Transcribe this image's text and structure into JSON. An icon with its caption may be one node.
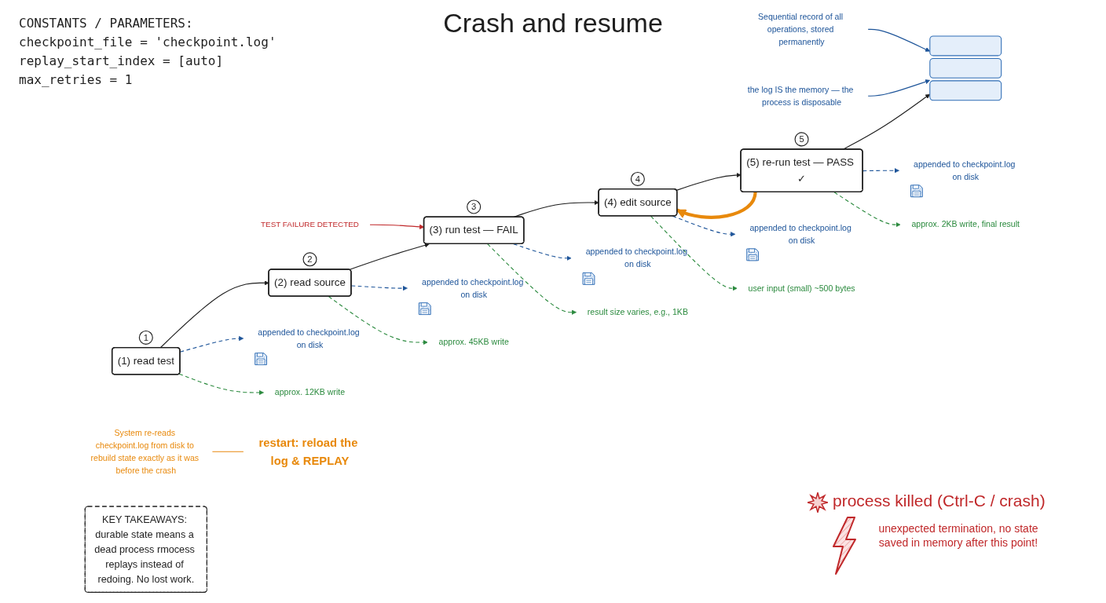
{
  "diagram": {
    "title": "Crash and resume",
    "nodes": [
      {
        "text": [
          "(1) read test"
        ],
        "beside": [
          "1"
        ]
      },
      {
        "text": [
          "(2) read source"
        ],
        "beside": [
          "2"
        ]
      },
      {
        "text": [
          "(3) run test — FAIL"
        ],
        "beside": [
          "3"
        ]
      },
      {
        "text": [
          "(4) edit source"
        ],
        "beside": [
          "4"
        ]
      },
      {
        "text": [
          "(5) re-run test — PASS ✓"
        ],
        "beside": [
          "5"
        ]
      },
      {
        "text": [],
        "shape": "bar"
      },
      {
        "text": [
          "TEST FAILURE DETECTED"
        ]
      },
      {
        "text": [
          "the log IS the memory — the process is disposable"
        ]
      },
      {
        "text": [
          "Sequential record of all operations, stored permanently"
        ]
      },
      {
        "text": [
          "appended to checkpoint.log on disk"
        ]
      },
      {
        "text": [
          "appended to checkpoint.log on disk"
        ]
      },
      {
        "text": [
          "appended to checkpoint.log on disk"
        ]
      },
      {
        "text": [
          "appended to checkpoint.log on disk"
        ]
      },
      {
        "text": [
          "appended to checkpoint.log on disk"
        ]
      },
      {
        "text": [
          "approx. 12KB write"
        ]
      },
      {
        "text": [
          "approx. 45KB write"
        ]
      },
      {
        "text": [
          "result size varies, e.g., 1KB"
        ]
      },
      {
        "text": [
          "user input (small) ~500 bytes"
        ]
      },
      {
        "text": [
          "approx. 2KB write, final result"
        ]
      },
      {
        "text": [
          "restart: reload the log & REPLAY"
        ]
      },
      {
        "text": [
          "System re-reads checkpoint.log from disk to rebuild state exactly as it was before the crash"
        ]
      },
      {
        "text": [
          "KEY TAKEAWAYS: durable state means a dead process rmocess replays instead of redoing. No lost work."
        ]
      }
    ],
    "edges": [
      {
        "from": 0,
        "to": 9,
        "arrow": "to",
        "style": "dashed",
        "color": "#1d5499"
      },
      {
        "from": 0,
        "to": 1,
        "arrow": "to",
        "color": "#1e1e1e"
      },
      {
        "from": 0,
        "to": 14,
        "arrow": "to",
        "style": "dashed",
        "color": "#2b8a3e"
      },
      {
        "from": 1,
        "to": 10,
        "arrow": "to",
        "style": "dashed",
        "color": "#1d5499"
      },
      {
        "from": 1,
        "to": 2,
        "arrow": "to",
        "color": "#1e1e1e"
      },
      {
        "from": 1,
        "to": 15,
        "arrow": "to",
        "style": "dashed",
        "color": "#2b8a3e"
      },
      {
        "from": 6,
        "to": 2,
        "arrow": "to",
        "color": "#c0282a"
      },
      {
        "from": 2,
        "to": 11,
        "arrow": "to",
        "style": "dashed",
        "color": "#1d5499"
      },
      {
        "from": 2,
        "to": 3,
        "arrow": "to",
        "color": "#1e1e1e"
      },
      {
        "from": 2,
        "to": 16,
        "arrow": "to",
        "style": "dashed",
        "color": "#2b8a3e"
      },
      {
        "from": 3,
        "to": 12,
        "arrow": "to",
        "style": "dashed",
        "color": "#1d5499"
      },
      {
        "from": 3,
        "to": 4,
        "arrow": "to",
        "color": "#1e1e1e"
      },
      {
        "from": 3,
        "to": 17,
        "arrow": "to",
        "style": "dashed",
        "color": "#2b8a3e"
      },
      {
        "from": 4,
        "to": 3,
        "arrow": "to",
        "style": "thick",
        "color": "#e8890c"
      },
      {
        "from": 4,
        "to": 13,
        "arrow": "to",
        "style": "dashed",
        "color": "#1d5499"
      },
      {
        "from": 4,
        "to": 5,
        "arrow": "to",
        "color": "#1e1e1e"
      },
      {
        "from": 4,
        "to": 18,
        "arrow": "to",
        "style": "dashed",
        "color": "#2b8a3e"
      },
      {
        "from": 7,
        "to": 5,
        "arrow": "to",
        "color": "#1d5499"
      },
      {
        "from": 8,
        "to": 5,
        "arrow": "to",
        "color": "#1d5499"
      },
      {
        "from": 20,
        "to": 19,
        "arrow": "none",
        "color": "#e8890c"
      }
    ],
    "labels": [
      "CONSTANTS / PARAMETERS:",
      "checkpoint_file = 'checkpoint.log'",
      "replay_start_index = [auto]",
      "max_retries = 1",
      "process killed (Ctrl-C / crash)",
      "unexpected termination, no state saved in memory after this point!"
    ]
  }
}
